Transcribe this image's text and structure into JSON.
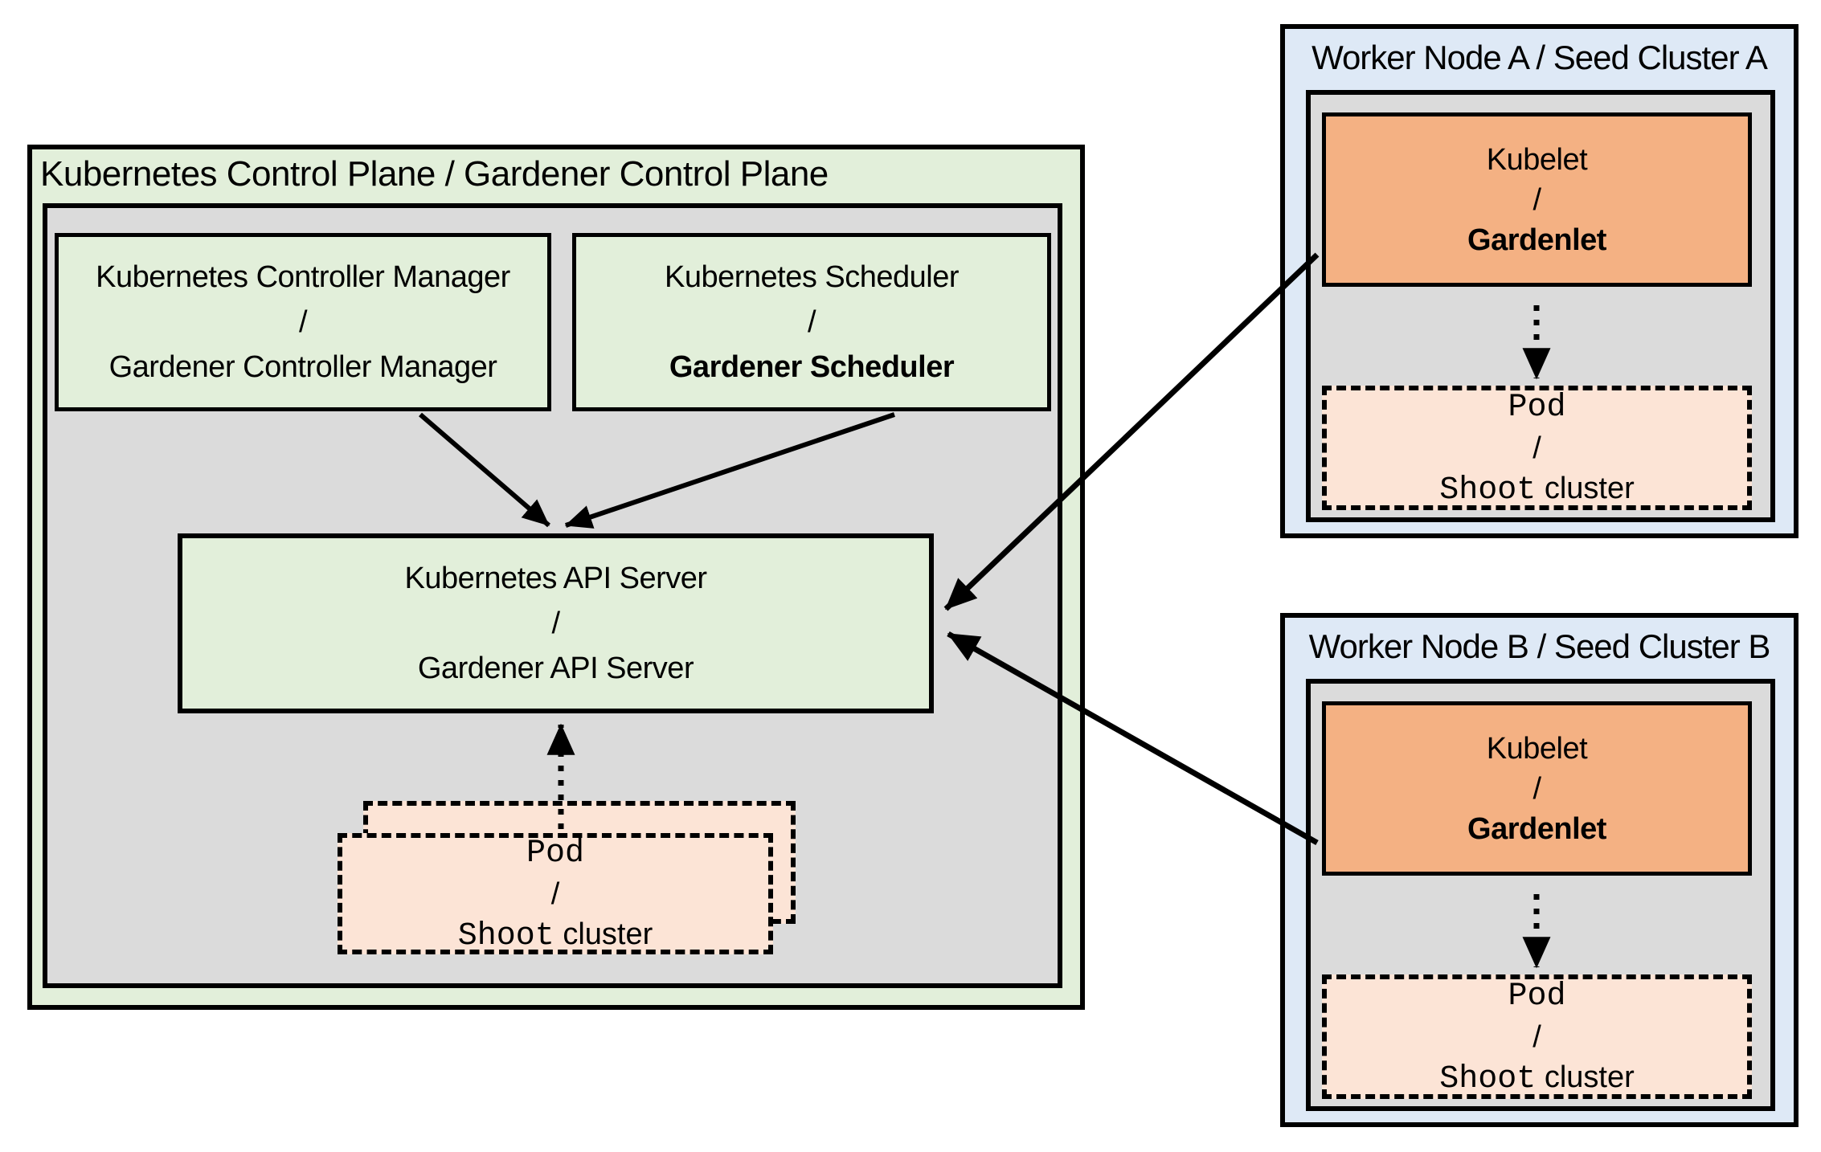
{
  "colors": {
    "green_fill": "#E2EFDA",
    "gray_fill": "#DBDBDB",
    "blue_fill": "#DEE9F6",
    "orange_fill": "#F4B183",
    "peach_fill": "#FCE4D6",
    "line": "#000000",
    "background": "#FFFFFF"
  },
  "control_plane": {
    "title": "Kubernetes Control Plane / Gardener Control Plane",
    "controller_manager": {
      "line1": "Kubernetes Controller Manager",
      "sep": "/",
      "line2": "Gardener Controller Manager"
    },
    "scheduler": {
      "line1": "Kubernetes Scheduler",
      "sep": "/",
      "line2": "Gardener Scheduler"
    },
    "api_server": {
      "line1": "Kubernetes API Server",
      "sep": "/",
      "line2": "Gardener API Server"
    },
    "pod": {
      "line1": "Pod",
      "sep": "/",
      "line2_mono": "Shoot",
      "line2_sans": "cluster"
    }
  },
  "worker_a": {
    "title": "Worker Node A / Seed Cluster A",
    "kubelet": {
      "line1": "Kubelet",
      "sep": "/",
      "line2": "Gardenlet"
    },
    "pod": {
      "line1": "Pod",
      "sep": "/",
      "line2_mono": "Shoot",
      "line2_sans": "cluster"
    }
  },
  "worker_b": {
    "title": "Worker Node B / Seed Cluster B",
    "kubelet": {
      "line1": "Kubelet",
      "sep": "/",
      "line2": "Gardenlet"
    },
    "pod": {
      "line1": "Pod",
      "sep": "/",
      "line2_mono": "Shoot",
      "line2_sans": "cluster"
    }
  },
  "edges": [
    {
      "from": "controller-manager",
      "to": "api-server",
      "style": "solid"
    },
    {
      "from": "scheduler",
      "to": "api-server",
      "style": "solid"
    },
    {
      "from": "pod-control-plane",
      "to": "api-server",
      "style": "dotted"
    },
    {
      "from": "kubelet-worker-a",
      "to": "api-server",
      "style": "solid"
    },
    {
      "from": "kubelet-worker-b",
      "to": "api-server",
      "style": "solid"
    },
    {
      "from": "kubelet-worker-a",
      "to": "pod-worker-a",
      "style": "dotted"
    },
    {
      "from": "kubelet-worker-b",
      "to": "pod-worker-b",
      "style": "dotted"
    }
  ]
}
